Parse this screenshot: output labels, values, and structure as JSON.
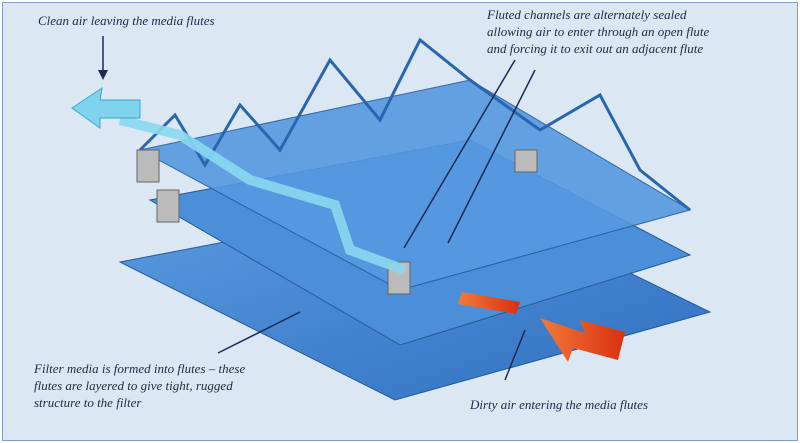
{
  "captions": {
    "clean_air": "Clean air leaving the media flutes",
    "fluted_channels": [
      "Fluted channels are alternately sealed",
      "allowing air to enter through an open flute",
      "and forcing it to exit out an adjacent flute"
    ],
    "filter_media": [
      "Filter media is formed into flutes – these",
      "flutes are layered to give tight, rugged",
      "structure to the filter"
    ],
    "dirty_air": "Dirty air entering the media flutes"
  },
  "colors": {
    "background": "#dbe8f3",
    "media": "#3f86d0",
    "clean_arrow": "#7fd3ec",
    "dirty_arrow": "#e8461e"
  }
}
